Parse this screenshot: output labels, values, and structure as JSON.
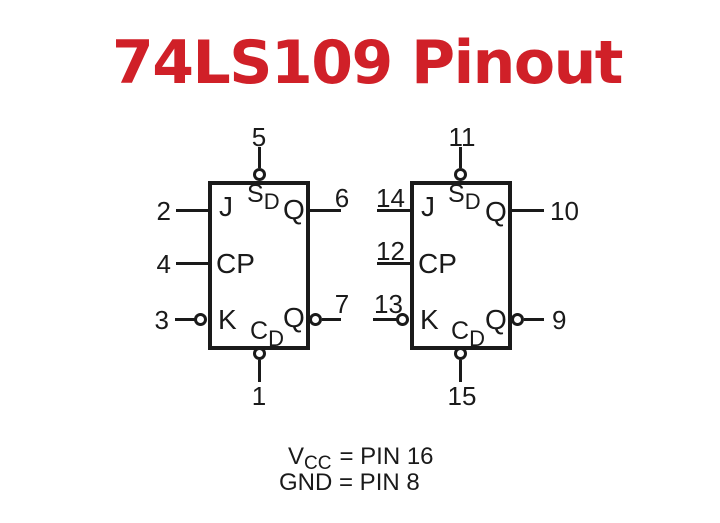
{
  "title": "74LS109 Pinout",
  "colors": {
    "title_red": "#d02028",
    "ink": "#1a1a1a",
    "background": "#ffffff"
  },
  "flip_flops": [
    {
      "name": "flip-flop-1",
      "preset_pin": "5",
      "clear_pin": "1",
      "j_pin": "2",
      "cp_pin": "4",
      "k_pin": "3",
      "q_pin": "6",
      "qbar_pin": "7",
      "j_label": "J",
      "cp_label": "CP",
      "k_label": "K",
      "q_label": "Q",
      "qbar_label": "Q",
      "set_label_main": "S",
      "set_label_sub": "D",
      "clear_label_main": "C",
      "clear_label_sub": "D"
    },
    {
      "name": "flip-flop-2",
      "preset_pin": "11",
      "clear_pin": "15",
      "j_pin": "14",
      "cp_pin": "12",
      "k_pin": "13",
      "q_pin": "10",
      "qbar_pin": "9",
      "j_label": "J",
      "cp_label": "CP",
      "k_label": "K",
      "q_label": "Q",
      "qbar_label": "Q",
      "set_label_main": "S",
      "set_label_sub": "D",
      "clear_label_main": "C",
      "clear_label_sub": "D"
    }
  ],
  "notes": {
    "vcc_main": "V",
    "vcc_sub": "CC",
    "vcc_rest": "= PIN 16",
    "gnd": "GND = PIN 8"
  }
}
